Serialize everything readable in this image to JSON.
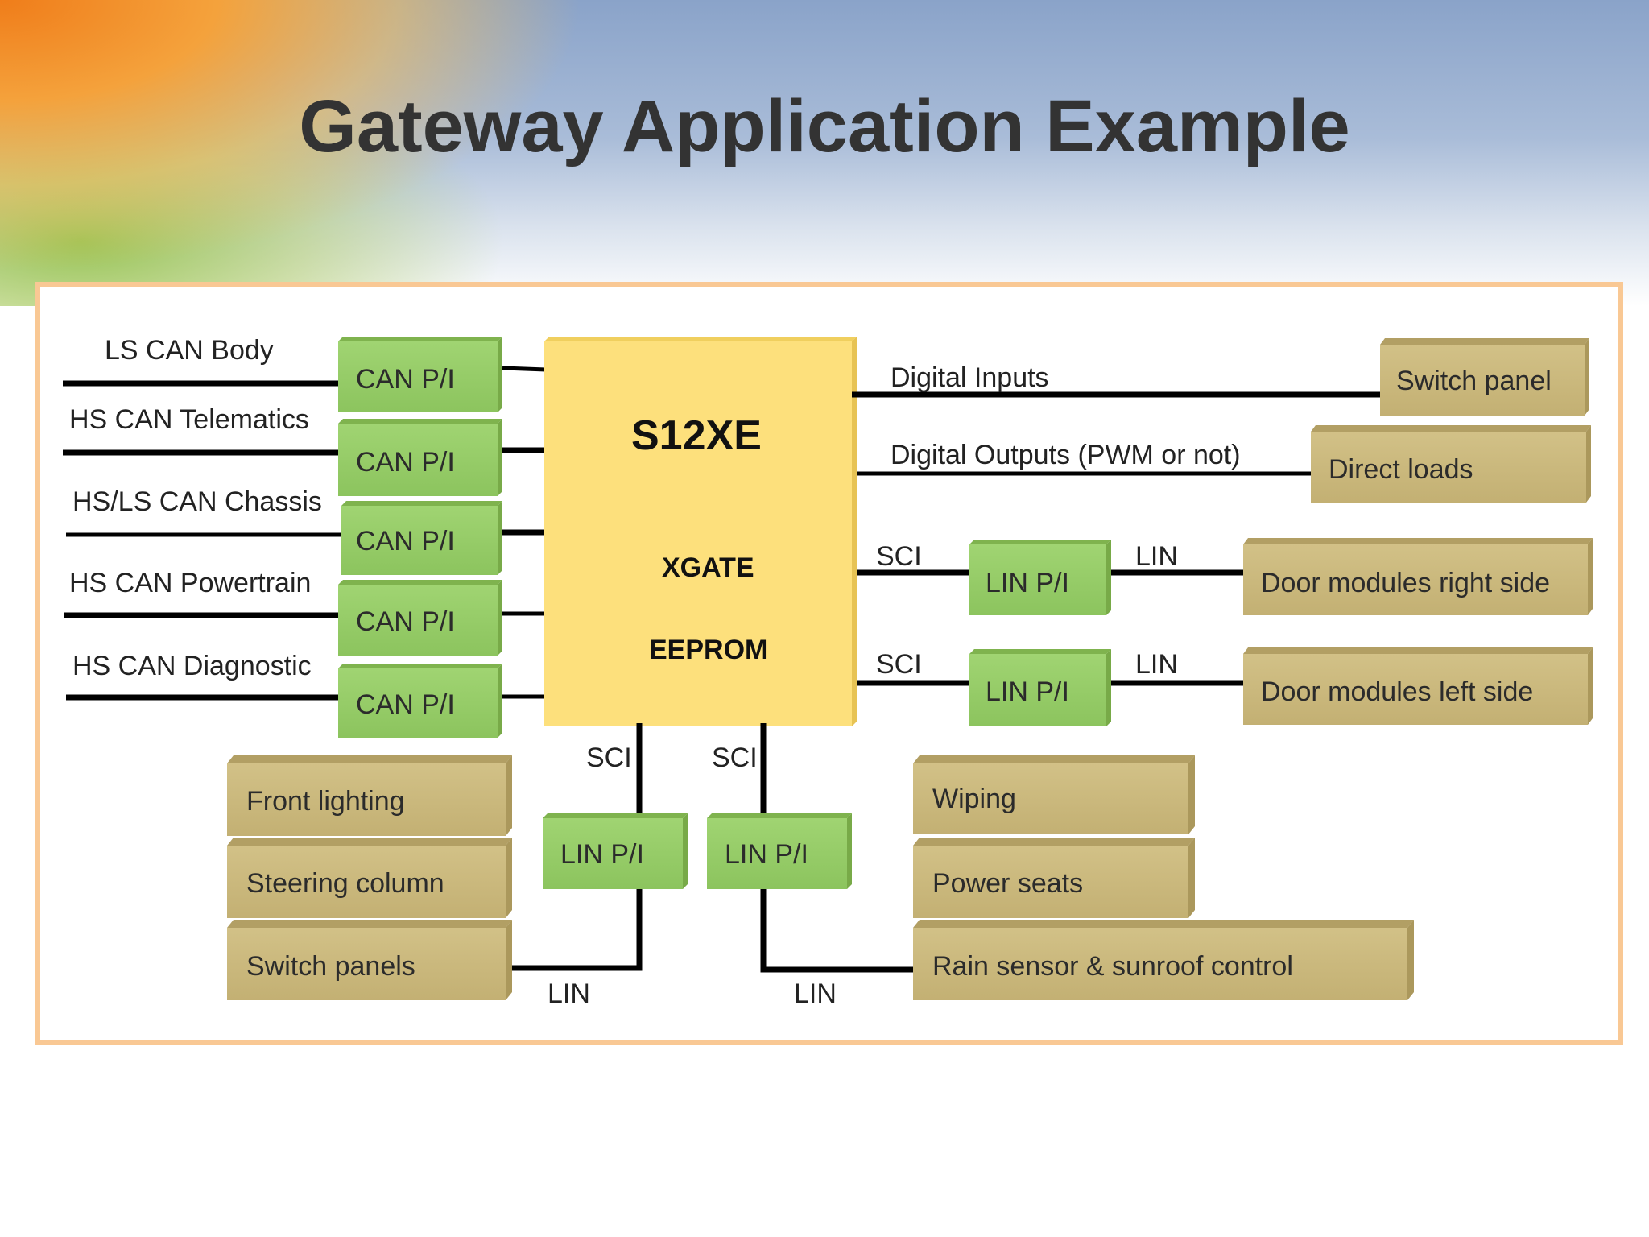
{
  "title": "Gateway Application Example",
  "chip": {
    "name": "S12XE",
    "line1": "XGATE",
    "line2": "EEPROM"
  },
  "can_buses": [
    {
      "bus": "LS CAN Body",
      "interface": "CAN P/I"
    },
    {
      "bus": "HS CAN Telematics",
      "interface": "CAN P/I"
    },
    {
      "bus": "HS/LS CAN Chassis",
      "interface": "CAN P/I"
    },
    {
      "bus": "HS CAN Powertrain",
      "interface": "CAN P/I"
    },
    {
      "bus": "HS CAN Diagnostic",
      "interface": "CAN P/I"
    }
  ],
  "right_links": {
    "digital_inputs": "Digital Inputs",
    "digital_outputs": "Digital Outputs (PWM or not)",
    "switch_panel": "Switch panel",
    "direct_loads": "Direct loads",
    "sci": "SCI",
    "lin": "LIN",
    "lin_pi": "LIN P/I",
    "door_right": "Door modules right side",
    "door_left": "Door modules left side"
  },
  "bottom_links": {
    "sci": "SCI",
    "lin": "LIN",
    "lin_pi": "LIN P/I"
  },
  "left_nodes": [
    "Front lighting",
    "Steering column",
    "Switch panels"
  ],
  "right_nodes": [
    "Wiping",
    "Power seats",
    "Rain sensor & sunroof control"
  ],
  "colors": {
    "chip": "#fde07c",
    "interface": "#96cc6a",
    "node": "#c8b67a",
    "frame": "#f9c894"
  }
}
